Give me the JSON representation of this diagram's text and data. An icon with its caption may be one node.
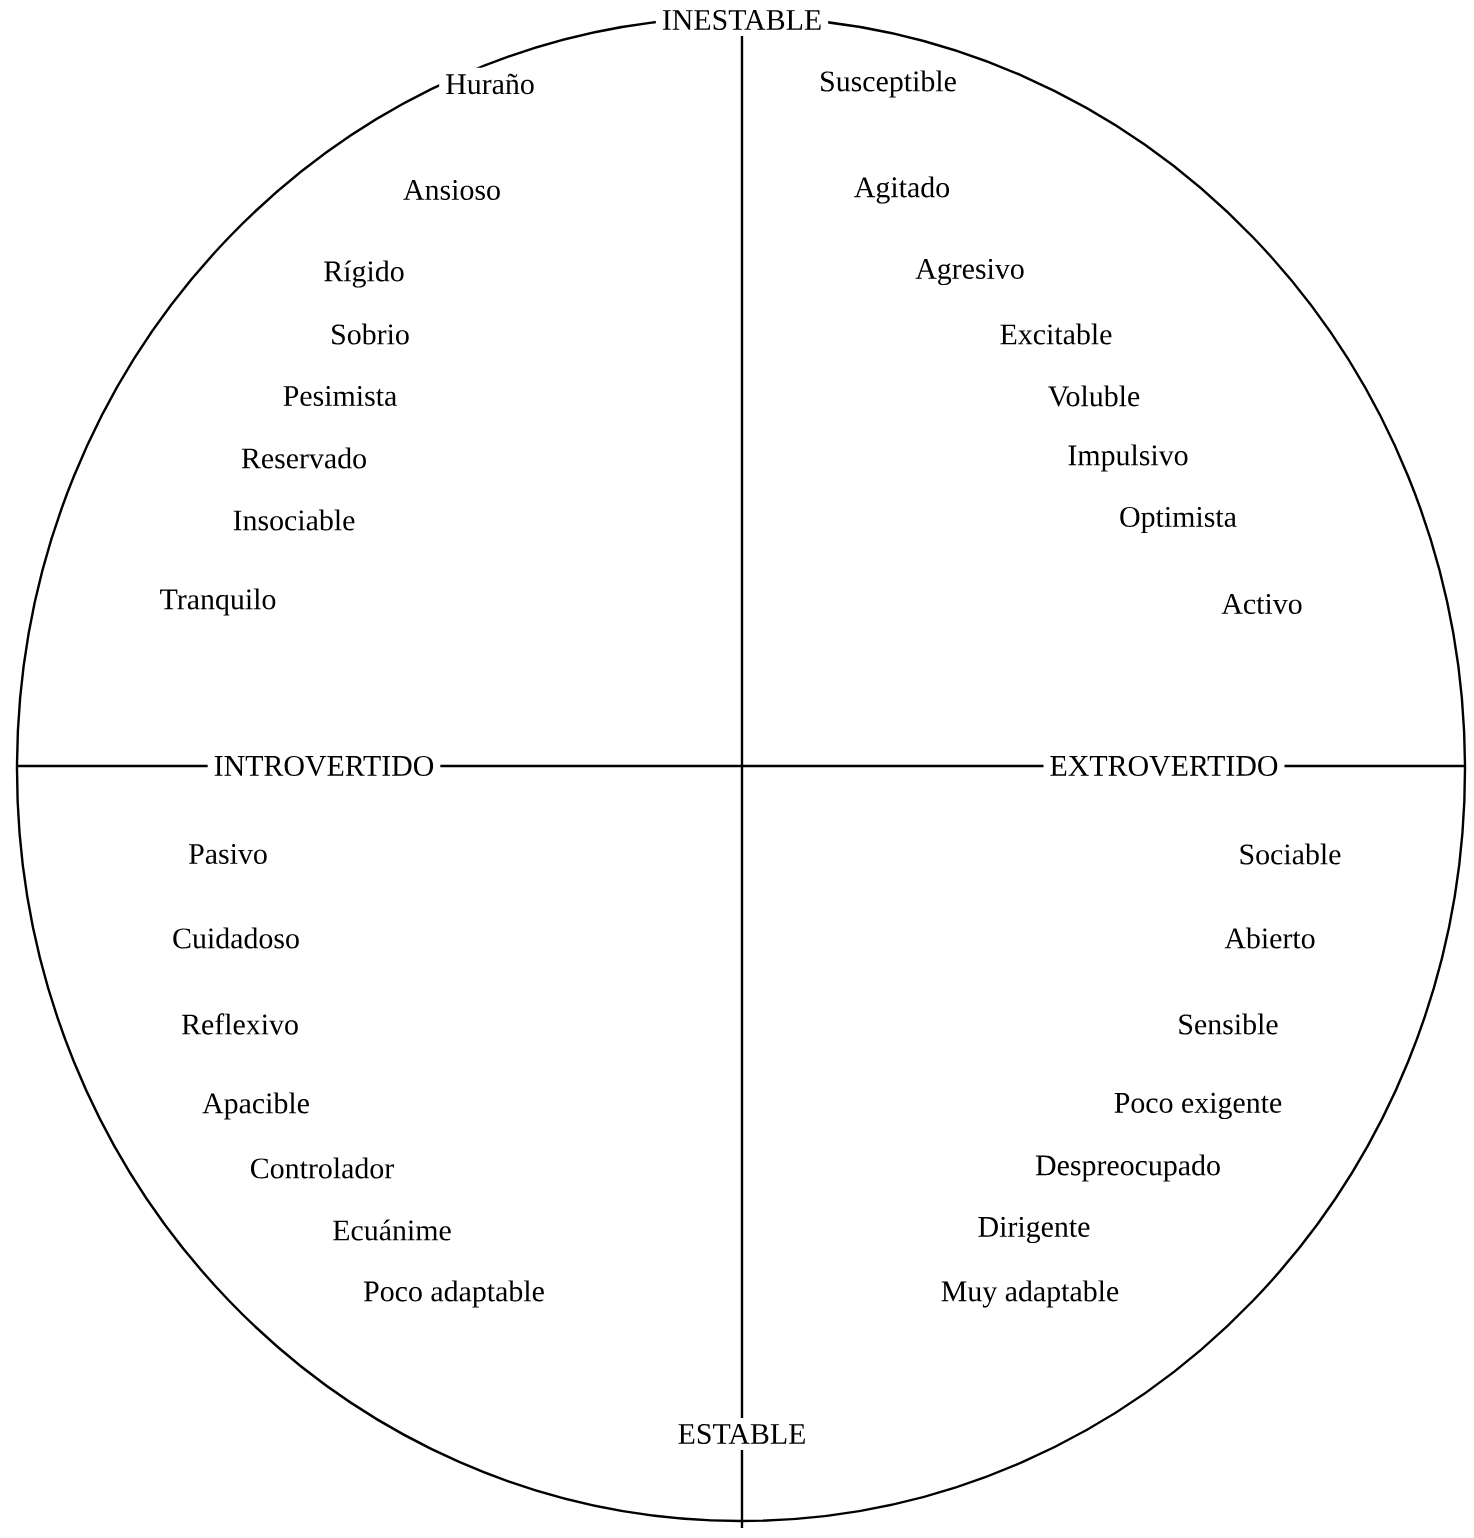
{
  "diagram": {
    "labels": [
      "INESTABLE",
      "Huraño",
      "Susceptible",
      "Ansioso",
      "Agitado",
      "Rígido",
      "Agresivo",
      "Sobrio",
      "Excitable",
      "Pesimista",
      "Voluble",
      "Reservado",
      "Impulsivo",
      "Insociable",
      "Optimista",
      "Tranquilo",
      "Activo",
      "INTROVERTIDO",
      "EXTROVERTIDO",
      "Pasivo",
      "Sociable",
      "Cuidadoso",
      "Abierto",
      "Reflexivo",
      "Sensible",
      "Apacible",
      "Poco exigente",
      "Controlador",
      "Despreocupado",
      "Ecuánime",
      "Dirigente",
      "Poco adaptable",
      "Muy adaptable",
      "ESTABLE"
    ]
  }
}
